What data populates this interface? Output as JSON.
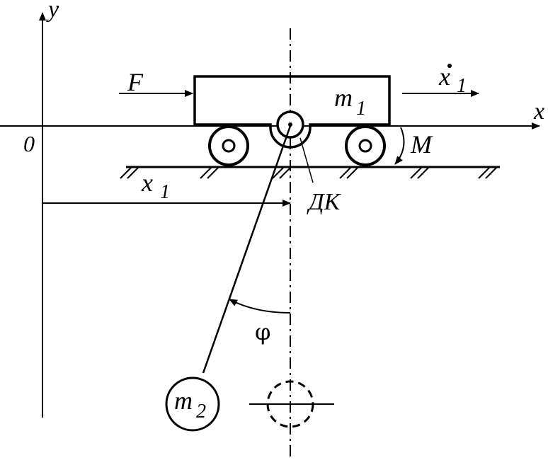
{
  "labels": {
    "y_axis": "y",
    "x_axis": "x",
    "origin": "0",
    "force": "F",
    "cart_mass": "m",
    "cart_mass_sub": "1",
    "velocity": "x",
    "velocity_sub": "1",
    "moment": "M",
    "position": "x",
    "position_sub": "1",
    "dk": "ДК",
    "angle": "φ",
    "pendulum_mass": "m",
    "pendulum_mass_sub": "2"
  },
  "colors": {
    "stroke": "#000000",
    "background": "#ffffff"
  }
}
